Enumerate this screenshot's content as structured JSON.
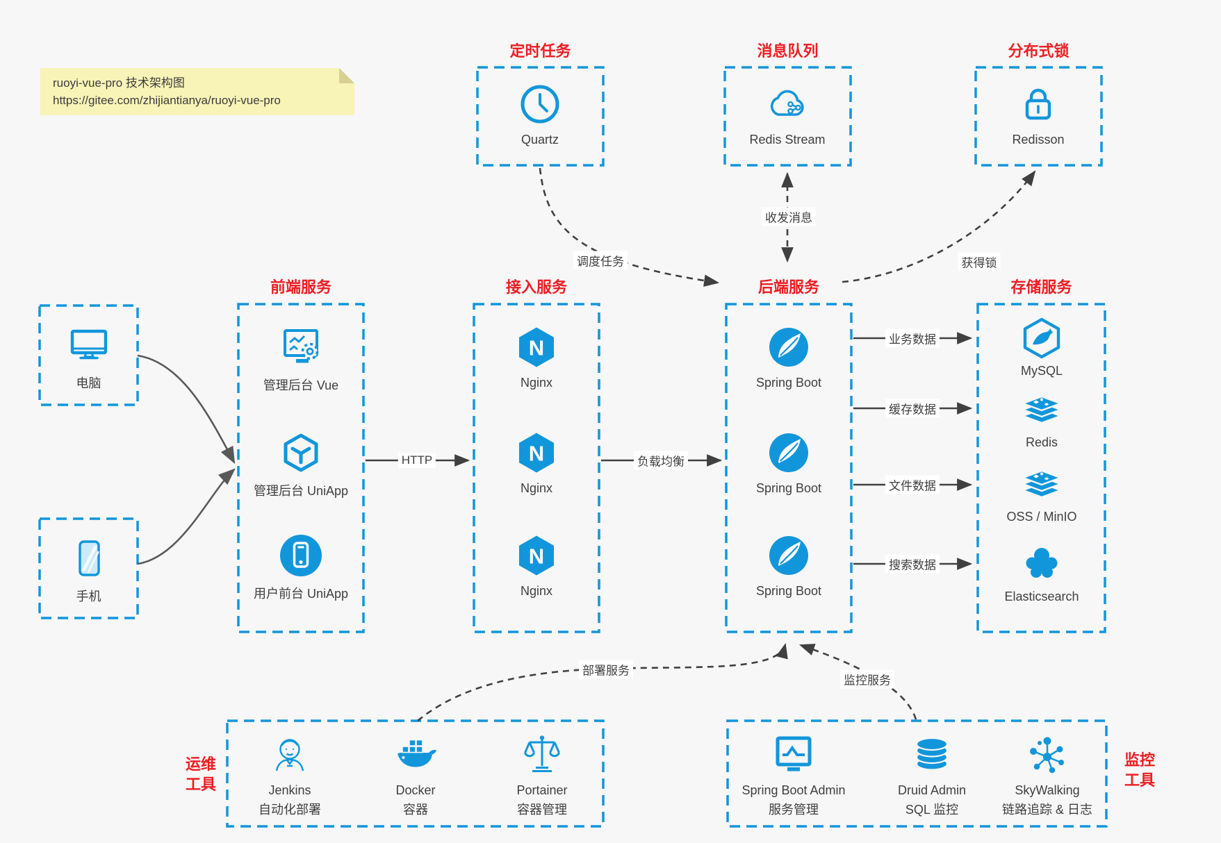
{
  "note": {
    "line1": "ruoyi-vue-pro 技术架构图",
    "line2": "https://gitee.com/zhijiantianya/ruoyi-vue-pro"
  },
  "top_groups": [
    {
      "title": "定时任务",
      "item": {
        "label": "Quartz",
        "icon": "clock"
      }
    },
    {
      "title": "消息队列",
      "item": {
        "label": "Redis Stream",
        "icon": "cloud-stream"
      }
    },
    {
      "title": "分布式锁",
      "item": {
        "label": "Redisson",
        "icon": "lock"
      }
    }
  ],
  "clients": [
    {
      "label": "电脑",
      "icon": "desktop"
    },
    {
      "label": "手机",
      "icon": "mobile"
    }
  ],
  "columns": {
    "frontend": {
      "title": "前端服务",
      "items": [
        {
          "label": "管理后台 Vue",
          "icon": "admin-vue"
        },
        {
          "label": "管理后台 UniApp",
          "icon": "uniapp-cube"
        },
        {
          "label": "用户前台 UniApp",
          "icon": "user-app"
        }
      ]
    },
    "gateway": {
      "title": "接入服务",
      "items": [
        {
          "label": "Nginx",
          "icon": "nginx"
        },
        {
          "label": "Nginx",
          "icon": "nginx"
        },
        {
          "label": "Nginx",
          "icon": "nginx"
        }
      ]
    },
    "backend": {
      "title": "后端服务",
      "items": [
        {
          "label": "Spring Boot",
          "icon": "spring"
        },
        {
          "label": "Spring Boot",
          "icon": "spring"
        },
        {
          "label": "Spring Boot",
          "icon": "spring"
        }
      ]
    },
    "storage": {
      "title": "存储服务",
      "items": [
        {
          "label": "MySQL",
          "icon": "mysql"
        },
        {
          "label": "Redis",
          "icon": "redis"
        },
        {
          "label": "OSS / MinIO",
          "icon": "redis"
        },
        {
          "label": "Elasticsearch",
          "icon": "elastic"
        }
      ]
    }
  },
  "bottom_groups": {
    "ops": {
      "title_lines": [
        "运维",
        "工具"
      ],
      "items": [
        {
          "name": "Jenkins",
          "desc": "自动化部署",
          "icon": "jenkins"
        },
        {
          "name": "Docker",
          "desc": "容器",
          "icon": "docker"
        },
        {
          "name": "Portainer",
          "desc": "容器管理",
          "icon": "portainer"
        }
      ]
    },
    "monitor": {
      "title_lines": [
        "监控",
        "工具"
      ],
      "items": [
        {
          "name": "Spring Boot Admin",
          "desc": "服务管理",
          "icon": "sba"
        },
        {
          "name": "Druid Admin",
          "desc": "SQL 监控",
          "icon": "druid"
        },
        {
          "name": "SkyWalking",
          "desc": "链路追踪 & 日志",
          "icon": "skywalking"
        }
      ]
    }
  },
  "edges": {
    "http": "HTTP",
    "load_balance": "负载均衡",
    "schedule_task": "调度任务",
    "send_receive_msg": "收发消息",
    "acquire_lock": "获得锁",
    "business_data": "业务数据",
    "cache_data": "缓存数据",
    "file_data": "文件数据",
    "search_data": "搜索数据",
    "deploy_service": "部署服务",
    "monitor_service": "监控服务"
  },
  "colors": {
    "accent_blue": "#1296db",
    "title_red": "#ee1d23",
    "note_bg": "#f8f3b7",
    "background": "#f7f7f7",
    "arrow_dark": "#404040"
  }
}
